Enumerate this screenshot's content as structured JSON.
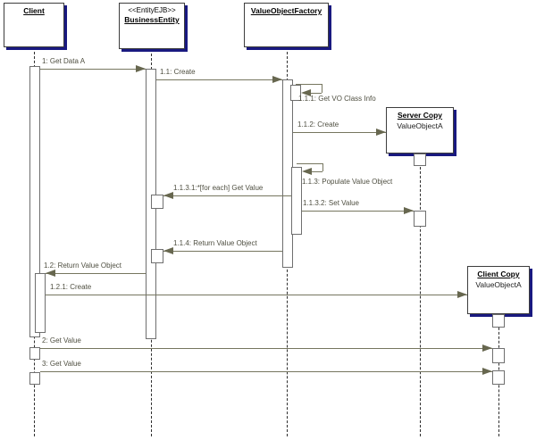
{
  "diagram": {
    "type": "uml-sequence-diagram",
    "participants": [
      {
        "name": "Client"
      },
      {
        "stereotype": "<<EntityEJB>>",
        "name": "BusinessEntity"
      },
      {
        "name": "ValueObjectFactory"
      },
      {
        "name": "Server Copy",
        "instance": "ValueObjectA"
      },
      {
        "name": "Client Copy",
        "instance": "ValueObjectA"
      }
    ],
    "messages": [
      {
        "label": "1: Get Data A",
        "from": "Client",
        "to": "BusinessEntity",
        "kind": "call"
      },
      {
        "label": "1.1: Create",
        "from": "BusinessEntity",
        "to": "ValueObjectFactory",
        "kind": "call"
      },
      {
        "label": "1.1.1: Get VO Class Info",
        "from": "ValueObjectFactory",
        "to": "ValueObjectFactory",
        "kind": "self"
      },
      {
        "label": "1.1.2: Create",
        "from": "ValueObjectFactory",
        "to": "Server Copy ValueObjectA",
        "kind": "call"
      },
      {
        "label": "1.1.3: Populate Value Object",
        "from": "ValueObjectFactory",
        "to": "ValueObjectFactory",
        "kind": "self"
      },
      {
        "label": "1.1.3.1:*[for each] Get Value",
        "from": "ValueObjectFactory",
        "to": "BusinessEntity",
        "kind": "call"
      },
      {
        "label": "1.1.3.2: Set Value",
        "from": "ValueObjectFactory",
        "to": "Server Copy ValueObjectA",
        "kind": "call"
      },
      {
        "label": "1.1.4: Return Value Object",
        "from": "ValueObjectFactory",
        "to": "BusinessEntity",
        "kind": "return"
      },
      {
        "label": "1.2: Return Value Object",
        "from": "BusinessEntity",
        "to": "Client",
        "kind": "return"
      },
      {
        "label": "1.2.1: Create",
        "from": "Client",
        "to": "Client Copy ValueObjectA",
        "kind": "call"
      },
      {
        "label": "2: Get Value",
        "from": "Client",
        "to": "Client Copy ValueObjectA",
        "kind": "call"
      },
      {
        "label": "3: Get Value",
        "from": "Client",
        "to": "Client Copy ValueObjectA",
        "kind": "call"
      }
    ],
    "colors": {
      "background": "#ffffff",
      "box_border": "#3d3d3d",
      "box_shadow": "#191980",
      "message_line": "#76765f",
      "arrowhead": "#67674f",
      "message_text": "#4f4f41",
      "lifeline": "#2e2e2e"
    }
  }
}
